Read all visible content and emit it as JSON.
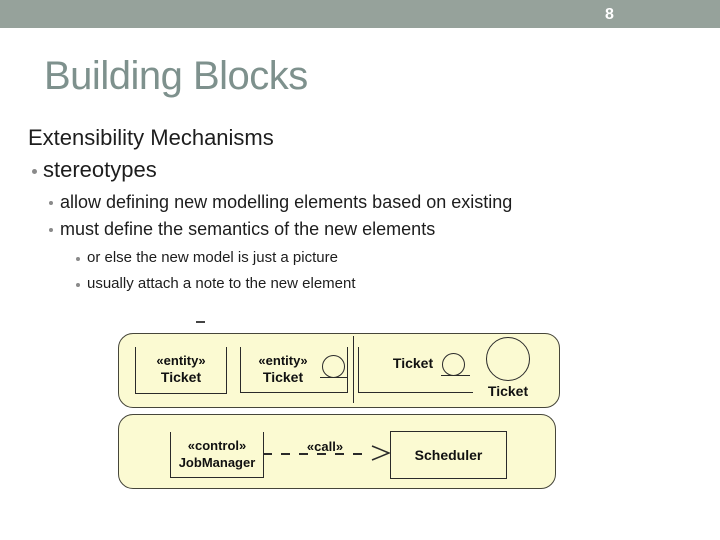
{
  "page_number": "8",
  "title": "Building Blocks",
  "content": {
    "heading": "Extensibility Mechanisms",
    "bullets": [
      {
        "level": 1,
        "text": "stereotypes"
      },
      {
        "level": 2,
        "text": "allow defining new modelling elements based on existing"
      },
      {
        "level": 2,
        "text": "must define the semantics of the new elements"
      },
      {
        "level": 3,
        "text": "or else the new model is just a picture"
      },
      {
        "level": 3,
        "text": "usually attach a note to the new element"
      }
    ]
  },
  "diagram": {
    "band1": {
      "box1": {
        "stereotype": "«entity»",
        "name": "Ticket"
      },
      "box2": {
        "stereotype": "«entity»",
        "name": "Ticket"
      },
      "box3": {
        "name": "Ticket"
      },
      "icon_only": {
        "name": "Ticket"
      }
    },
    "band2": {
      "source": {
        "stereotype": "«control»",
        "name": "JobManager"
      },
      "connector_label": "«call»",
      "target": {
        "name": "Scheduler"
      }
    }
  },
  "colors": {
    "header_bar": "#96a29b",
    "title_text": "#7e918d",
    "body_text": "#1d1d1d",
    "diagram_fill": "#fbfad2",
    "diagram_line": "#2a2a2a"
  }
}
